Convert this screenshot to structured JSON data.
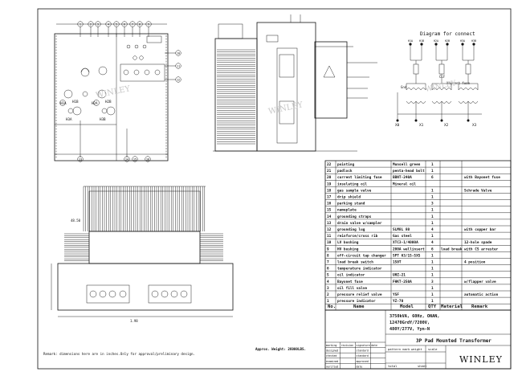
{
  "diagram_title": "Diagram for connect",
  "tb_caption_line1": "3750kVA, 60Hz, ONAN,",
  "tb_caption_line2": "12470GrdY/7200V,",
  "tb_caption_line3": "480Y/277V, Yyn-N",
  "tb_title": "3P Pad Mounted Transformer",
  "brand": "WINLEY",
  "watermark": "WINLEY",
  "remark_note": "Remark: dimensions here are in inches.Only for approval/preliminary design.",
  "approx_weight": "Approx. Weight: 26000LBS.",
  "bottom_dim": "1.98",
  "table_headers": {
    "no": "No.",
    "name": "Name",
    "model": "Model",
    "qty": "QTY",
    "material": "Material",
    "remark": "Remark"
  },
  "bom": [
    {
      "no": "22",
      "name": "pointing",
      "model": "Munsell green",
      "qty": "1",
      "material": "",
      "remark": ""
    },
    {
      "no": "21",
      "name": "padlock",
      "model": "penta-head bolt",
      "qty": "1",
      "material": "",
      "remark": ""
    },
    {
      "no": "20",
      "name": "current limiting fuse",
      "model": "BBNT-240A",
      "qty": "6",
      "material": "",
      "remark": "with Bayonet fuse"
    },
    {
      "no": "19",
      "name": "insulating oil",
      "model": "Mineral oil",
      "qty": "",
      "material": "",
      "remark": ""
    },
    {
      "no": "18",
      "name": "gas sample valve",
      "model": "",
      "qty": "1",
      "material": "",
      "remark": "Schrade Valve"
    },
    {
      "no": "17",
      "name": "drip shield",
      "model": "",
      "qty": "1",
      "material": "",
      "remark": ""
    },
    {
      "no": "16",
      "name": "parking stand",
      "model": "",
      "qty": "3",
      "material": "",
      "remark": ""
    },
    {
      "no": "15",
      "name": "nameplate",
      "model": "",
      "qty": "1",
      "material": "",
      "remark": ""
    },
    {
      "no": "14",
      "name": "grounding straps",
      "model": "",
      "qty": "1",
      "material": "",
      "remark": ""
    },
    {
      "no": "13",
      "name": "drain valve w/sampler",
      "model": "",
      "qty": "1",
      "material": "",
      "remark": ""
    },
    {
      "no": "12",
      "name": "grounding lug",
      "model": "SLM8L 80",
      "qty": "4",
      "material": "",
      "remark": "with copper bar"
    },
    {
      "no": "11",
      "name": "reinforce/cross rib",
      "model": "Gas steel",
      "qty": "1",
      "material": "",
      "remark": ""
    },
    {
      "no": "10",
      "name": "LV bushing",
      "model": "XTC3-1/4000A",
      "qty": "4",
      "material": "",
      "remark": "12-hole spade"
    },
    {
      "no": "9",
      "name": "HV bushing",
      "model": "200A wellinsert",
      "qty": "6",
      "material": "load break",
      "remark": "with CS arrester"
    },
    {
      "no": "8",
      "name": "off-circuit tap changer",
      "model": "SPT 63/15-5X5",
      "qty": "1",
      "material": "",
      "remark": ""
    },
    {
      "no": "7",
      "name": "load break switch",
      "model": "150T",
      "qty": "1",
      "material": "",
      "remark": "4 position"
    },
    {
      "no": "6",
      "name": "temperature indicator",
      "model": "",
      "qty": "1",
      "material": "",
      "remark": ""
    },
    {
      "no": "5",
      "name": "oil indicator",
      "model": "UHZ-21",
      "qty": "1",
      "material": "",
      "remark": ""
    },
    {
      "no": "4",
      "name": "Bayonet fuse",
      "model": "FHKT-250A",
      "qty": "3",
      "material": "",
      "remark": "w/flapper valve"
    },
    {
      "no": "3",
      "name": "oil fill valve",
      "model": "",
      "qty": "1",
      "material": "",
      "remark": ""
    },
    {
      "no": "2",
      "name": "pressure relief valve",
      "model": "YSF",
      "qty": "1",
      "material": "",
      "remark": "automatic action"
    },
    {
      "no": "1",
      "name": "pressure indicator",
      "model": "YZ-70",
      "qty": "1",
      "material": "",
      "remark": ""
    }
  ],
  "front_callouts": [
    "1",
    "2",
    "3",
    "4",
    "5",
    "6",
    "7",
    "8",
    "9",
    "10",
    "11",
    "12",
    "13",
    "14",
    "15",
    "16",
    "17",
    "18",
    "19",
    "20"
  ],
  "terminal_labels": [
    "H1A",
    "H1B",
    "H2A",
    "H2B",
    "H3A",
    "H3B",
    "X0",
    "X1",
    "X2",
    "X3"
  ],
  "connect_labels": {
    "clf": "CLF",
    "bayonet": "Bayonet fuse",
    "gnd": "Gnd"
  },
  "left_dim": "48.50",
  "tb_rows": [
    [
      "marking",
      "revision",
      "signature",
      "date"
    ],
    [
      "designed",
      "",
      "standard",
      ""
    ],
    [
      "checked",
      "",
      "standard",
      ""
    ],
    [
      "examined",
      "",
      "approved",
      ""
    ],
    [
      "verified",
      "",
      "date",
      ""
    ]
  ],
  "tb_small": [
    "pattern mark",
    "weight",
    "scale",
    "total",
    "sheet"
  ]
}
